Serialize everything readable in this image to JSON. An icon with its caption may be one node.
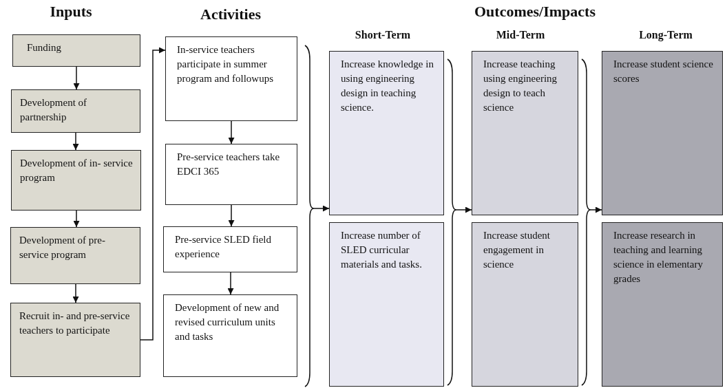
{
  "diagram": {
    "nodes": [
      {
        "text": [
          "Funding"
        ]
      },
      {
        "text": [
          "Development of partnership"
        ]
      },
      {
        "text": [
          "Development of in- service program"
        ]
      },
      {
        "text": [
          "Development of pre-service program"
        ]
      },
      {
        "text": [
          "Recruit in- and pre-service teachers to participate"
        ]
      },
      {
        "text": [
          "In-service teachers participate in summer program and followups"
        ]
      },
      {
        "text": [
          "Pre-service teachers take EDCI 365"
        ]
      },
      {
        "text": [
          "Pre-service SLED field experience"
        ]
      },
      {
        "text": [
          "Development of new and revised curriculum units and tasks"
        ]
      },
      {
        "text": [],
        "shape": "brace"
      },
      {
        "text": [
          "Increase knowledge in using engineering design in teaching science."
        ]
      },
      {
        "text": [
          "Increase number of SLED curricular materials and tasks."
        ]
      },
      {
        "text": [],
        "shape": "brace"
      },
      {
        "text": [
          "Increase teaching using engineering design to teach science"
        ]
      },
      {
        "text": [
          "Increase student engagement in science"
        ]
      },
      {
        "text": [],
        "shape": "brace"
      },
      {
        "text": [
          "Increase student science scores"
        ]
      },
      {
        "text": [
          "Increase research in teaching and learning science in elementary grades"
        ]
      }
    ],
    "edges": [
      {
        "from": 0,
        "to": 1,
        "arrow": "to"
      },
      {
        "from": 1,
        "to": 2,
        "arrow": "to"
      },
      {
        "from": 2,
        "to": 3,
        "arrow": "to"
      },
      {
        "from": 3,
        "to": 4,
        "arrow": "to"
      },
      {
        "from": 4,
        "to": 5,
        "arrow": "to"
      },
      {
        "from": 5,
        "to": 6,
        "arrow": "to"
      },
      {
        "from": 6,
        "to": 7,
        "arrow": "to"
      },
      {
        "from": 7,
        "to": 8,
        "arrow": "to"
      },
      {
        "from": 9,
        "to": 10,
        "arrow": "to"
      },
      {
        "from": 12,
        "to": 13,
        "arrow": "to"
      },
      {
        "from": 15,
        "to": 16,
        "arrow": "to"
      }
    ],
    "labels": [
      "Inputs",
      "Activities",
      "Outcomes/Impacts",
      "Short-Term",
      "Mid-Term",
      "Long-Term"
    ]
  }
}
